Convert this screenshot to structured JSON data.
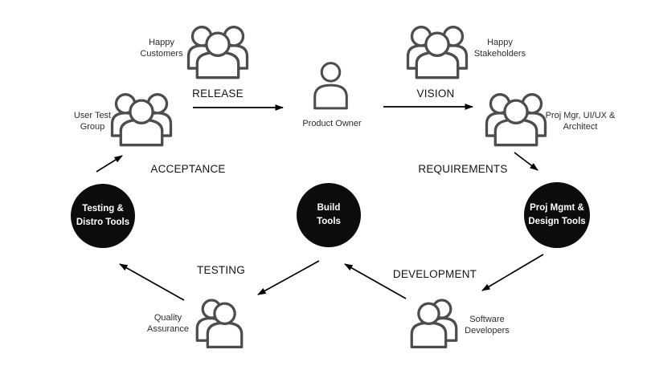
{
  "colors": {
    "background": "#ffffff",
    "icon_stroke": "#4d4d4d",
    "arrow": "#000000",
    "node_text": "#2d2d2d",
    "flow_text": "#141414",
    "tool_circle_bg": "#0c0c0c",
    "tool_circle_text": "#ffffff"
  },
  "icons": {
    "users_group_icon": "outlined group of three people",
    "users_pair_icon": "outlined group of two people",
    "user_icon": "outlined single person"
  },
  "people": {
    "happy_customers": {
      "label": "Happy\nCustomers"
    },
    "user_test_group": {
      "label": "User Test\nGroup"
    },
    "product_owner": {
      "label": "Product Owner"
    },
    "happy_stakeholders": {
      "label": "Happy\nStakeholders"
    },
    "proj_mgr_uiux_architect": {
      "label": "Proj Mgr, UI/UX &\nArchitect"
    },
    "software_developers": {
      "label": "Software\nDevelopers"
    },
    "quality_assurance": {
      "label": "Quality\nAssurance"
    }
  },
  "tools": {
    "testing_distro_tools": {
      "label": "Testing &\nDistro Tools"
    },
    "build_tools": {
      "label": "Build\nTools"
    },
    "proj_mgmt_design_tools": {
      "label": "Proj Mgmt &\nDesign Tools"
    }
  },
  "connections": [
    {
      "from": "user_test_group",
      "to": "product_owner",
      "label": "RELEASE"
    },
    {
      "from": "product_owner",
      "to": "proj_mgr_uiux_architect",
      "label": "VISION"
    },
    {
      "from": "proj_mgr_uiux_architect",
      "to": "proj_mgmt_design_tools",
      "label": "REQUIREMENTS"
    },
    {
      "from": "proj_mgmt_design_tools",
      "to": "software_developers",
      "label": "DEVELOPMENT"
    },
    {
      "from": "software_developers",
      "to": "build_tools",
      "label": ""
    },
    {
      "from": "build_tools",
      "to": "quality_assurance",
      "label": "TESTING"
    },
    {
      "from": "quality_assurance",
      "to": "testing_distro_tools",
      "label": ""
    },
    {
      "from": "testing_distro_tools",
      "to": "user_test_group",
      "label": "ACCEPTANCE"
    }
  ]
}
